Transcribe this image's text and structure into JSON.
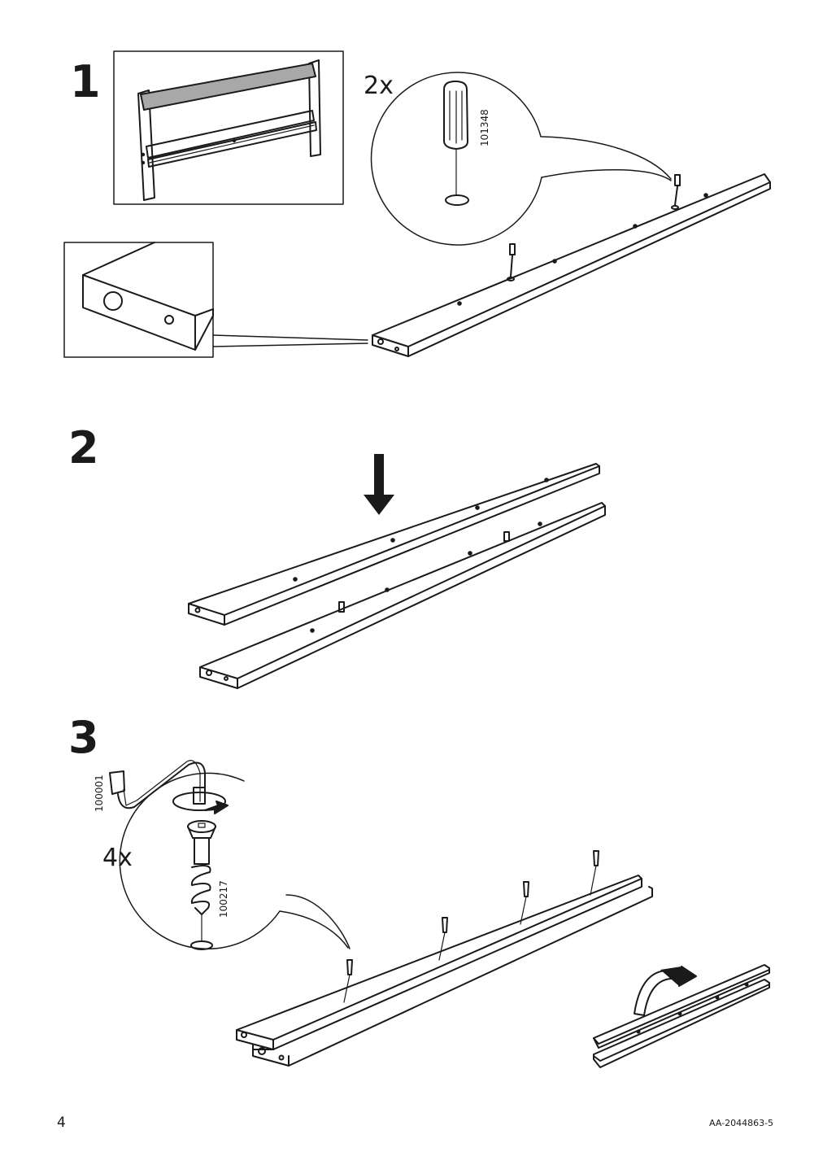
{
  "steps": [
    {
      "number": "1",
      "quantity": "2x",
      "part_number": "101348"
    },
    {
      "number": "2"
    },
    {
      "number": "3",
      "quantity": "4x",
      "part_numbers": [
        "100001",
        "100217"
      ]
    }
  ],
  "footer": {
    "page_number": "4",
    "document_id": "AA-2044863-5"
  },
  "icons": [
    "wooden-dowel-icon",
    "allen-key-icon",
    "screw-icon",
    "down-arrow-icon",
    "rotate-arrow-icon",
    "flip-arrow-icon"
  ],
  "colors": {
    "line": "#1a1a1a",
    "headboard_panel": "#a8a8a8",
    "background": "#ffffff"
  }
}
